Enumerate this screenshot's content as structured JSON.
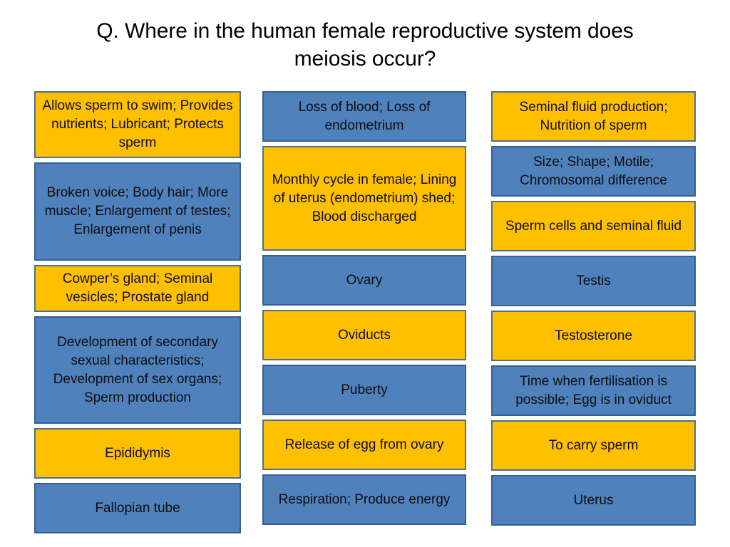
{
  "slide": {
    "title": "Q. Where in the human female reproductive system does meiosis occur?",
    "background_color": "#ffffff",
    "colors": {
      "yellow_fill": "#ffc000",
      "yellow_border": "#4a7095",
      "blue_fill": "#4f81bd",
      "blue_border": "#376091",
      "text": "#0d0d0d"
    }
  },
  "columns": [
    {
      "name": "column-1",
      "boxes": [
        {
          "text": "Allows sperm to swim; Provides nutrients; Lubricant; Protects sperm",
          "color": "yellow",
          "height": 94
        },
        {
          "text": "Broken voice; Body hair; More muscle; Enlargement of testes; Enlargement of penis",
          "color": "blue",
          "height": 138
        },
        {
          "text": "Cowper’s gland; Seminal vesicles; Prostate gland",
          "color": "yellow",
          "height": 66
        },
        {
          "text": "Development of secondary sexual characteristics; Development of sex organs; Sperm production",
          "color": "blue",
          "height": 151
        },
        {
          "text": "Epididymis",
          "color": "yellow",
          "height": 71
        },
        {
          "text": "Fallopian tube",
          "color": "blue",
          "height": 71
        }
      ]
    },
    {
      "name": "column-2",
      "boxes": [
        {
          "text": "Loss of blood; Loss of endometrium",
          "color": "blue",
          "height": 71
        },
        {
          "text": "Monthly cycle in female; Lining of uterus (endometrium) shed; Blood discharged",
          "color": "yellow",
          "height": 147
        },
        {
          "text": "Ovary",
          "color": "blue",
          "height": 71
        },
        {
          "text": "Oviducts",
          "color": "yellow",
          "height": 71
        },
        {
          "text": "Puberty",
          "color": "blue",
          "height": 71
        },
        {
          "text": "Release of egg from ovary",
          "color": "yellow",
          "height": 71
        },
        {
          "text": "Respiration; Produce energy",
          "color": "blue",
          "height": 71
        }
      ]
    },
    {
      "name": "column-3",
      "boxes": [
        {
          "text": "Seminal fluid production; Nutrition of sperm",
          "color": "yellow",
          "height": 71
        },
        {
          "text": "Size; Shape; Motile; Chromosomal difference",
          "color": "blue",
          "height": 71
        },
        {
          "text": "Sperm cells and seminal fluid",
          "color": "yellow",
          "height": 71
        },
        {
          "text": "Testis",
          "color": "blue",
          "height": 71
        },
        {
          "text": "Testosterone",
          "color": "yellow",
          "height": 71
        },
        {
          "text": "Time when fertilisation is possible; Egg is in oviduct",
          "color": "blue",
          "height": 71
        },
        {
          "text": "To carry sperm",
          "color": "yellow",
          "height": 71
        },
        {
          "text": "Uterus",
          "color": "blue",
          "height": 71
        }
      ]
    }
  ]
}
